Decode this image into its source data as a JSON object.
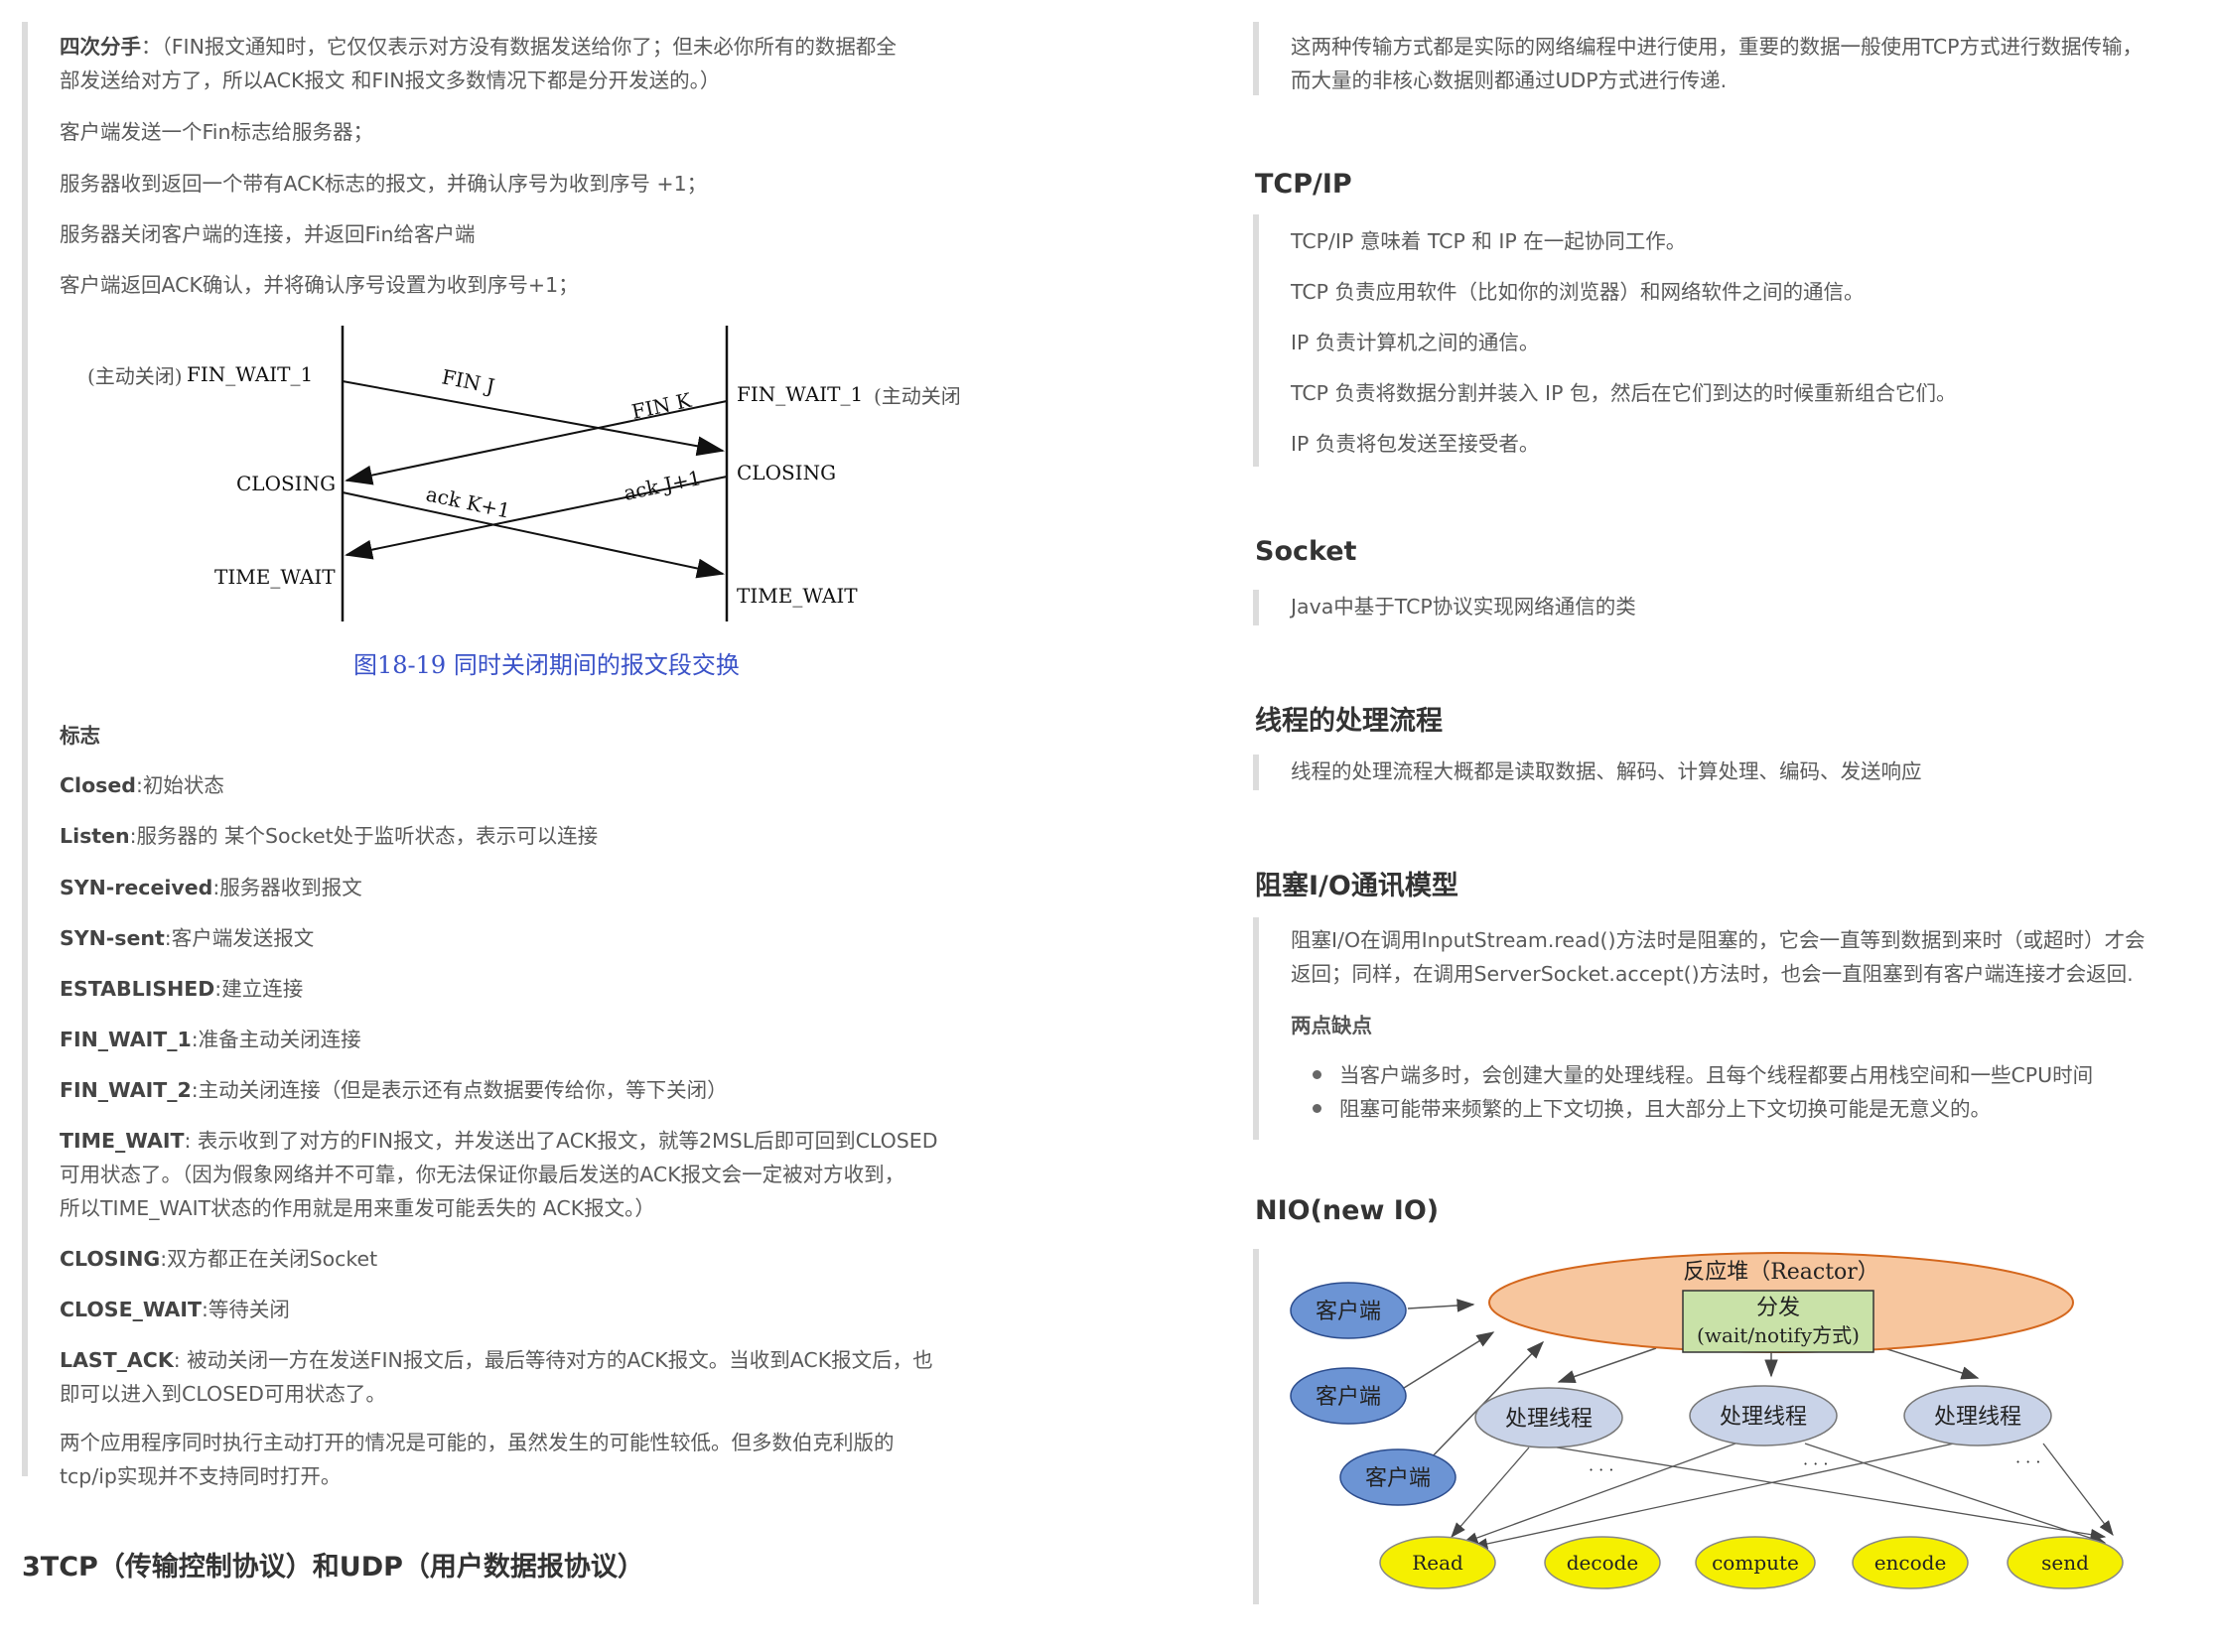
{
  "left": {
    "para1_label": "四次分手",
    "para1_a": "：（FIN报文通知时，它仅仅表示对方没有数据发送给你了；但未必你所有的数据都全",
    "para1_b": "部发送给对方了，所以ACK报文 和FIN报文多数情况下都是分开发送的。）",
    "step1": "客户端发送一个Fin标志给服务器；",
    "step2": "服务器收到返回一个带有ACK标志的报文，并确认序号为收到序号 +1；",
    "step3": "服务器关闭客户端的连接，并返回Fin给客户端",
    "step4": "客户端返回ACK确认，并将确认序号设置为收到序号+1；",
    "figure": {
      "left_tag": "(主动关闭)",
      "left_state1": "FIN_WAIT_1",
      "left_state2": "CLOSING",
      "left_state3": "TIME_WAIT",
      "right_state1": "FIN_WAIT_1",
      "right_tag": "(主动关闭",
      "right_state2": "CLOSING",
      "right_state3": "TIME_WAIT",
      "msg1": "FIN J",
      "msg2": "FIN K",
      "msg3": "ack K+1",
      "msg4": "ack J+1",
      "caption": "图18-19   同时关闭期间的报文段交换"
    },
    "flags_title": "标志",
    "flags": [
      {
        "name": "Closed",
        "desc": ":初始状态"
      },
      {
        "name": "Listen",
        "desc": ":服务器的 某个Socket处于监听状态，表示可以连接"
      },
      {
        "name": "SYN-received",
        "desc": ":服务器收到报文"
      },
      {
        "name": "SYN-sent",
        "desc": ":客户端发送报文"
      },
      {
        "name": "ESTABLISHED",
        "desc": ":建立连接"
      },
      {
        "name": "FIN_WAIT_1",
        "desc": ":准备主动关闭连接"
      },
      {
        "name": "FIN_WAIT_2",
        "desc": ":主动关闭连接（但是表示还有点数据要传给你，等下关闭）"
      }
    ],
    "time_wait_name": "TIME_WAIT",
    "time_wait_1": ": 表示收到了对方的FIN报文，并发送出了ACK报文，就等2MSL后即可回到CLOSED",
    "time_wait_2": "可用状态了。（因为假象网络并不可靠，你无法保证你最后发送的ACK报文会一定被对方收到，",
    "time_wait_3": "所以TIME_WAIT状态的作用就是用来重发可能丢失的 ACK报文。）",
    "closing_name": "CLOSING",
    "closing_desc": ":双方都正在关闭Socket",
    "close_wait_name": "CLOSE_WAIT",
    "close_wait_desc": ":等待关闭",
    "last_ack_name": "LAST_ACK",
    "last_ack_1": ": 被动关闭一方在发送FIN报文后，最后等待对方的ACK报文。当收到ACK报文后，也",
    "last_ack_2": "即可以进入到CLOSED可用状态了。",
    "note_1": "两个应用程序同时执行主动打开的情况是可能的，虽然发生的可能性较低。但多数伯克利版的",
    "note_2": "tcp/ip实现并不支持同时打开。",
    "heading_bottom": "3TCP（传输控制协议）和UDP（用户数据报协议）"
  },
  "right": {
    "intro_1": "这两种传输方式都是实际的网络编程中进行使用，重要的数据一般使用TCP方式进行数据传输，",
    "intro_2": "而大量的非核心数据则都通过UDP方式进行传递.",
    "tcpip_title": "TCP/IP",
    "tcpip_lines": [
      "TCP/IP 意味着 TCP 和 IP 在一起协同工作。",
      "TCP 负责应用软件（比如你的浏览器）和网络软件之间的通信。",
      "IP 负责计算机之间的通信。",
      "TCP 负责将数据分割并装入 IP 包，然后在它们到达的时候重新组合它们。",
      "IP 负责将包发送至接受者。"
    ],
    "socket_title": "Socket",
    "socket_line": "Java中基于TCP协议实现网络通信的类",
    "thread_title": "线程的处理流程",
    "thread_line": "线程的处理流程大概都是读取数据、解码、计算处理、编码、发送响应",
    "bio_title": "阻塞I/O通讯模型",
    "bio_1": "阻塞I/O在调用InputStream.read()方法时是阻塞的，它会一直等到数据到来时（或超时）才会",
    "bio_2": "返回；同样，在调用ServerSocket.accept()方法时，也会一直阻塞到有客户端连接才会返回.",
    "bio_sub": "两点缺点",
    "bio_bullets": [
      "当客户端多时，会创建大量的处理线程。且每个线程都要占用栈空间和一些CPU时间",
      "阻塞可能带来频繁的上下文切换，且大部分上下文切换可能是无意义的。"
    ],
    "nio_title": "NIO(new IO)",
    "nio": {
      "reactor": "反应堆（Reactor）",
      "dispatch_1": "分发",
      "dispatch_2": "(wait/notify方式)",
      "client": "客户端",
      "worker": "处理线程",
      "dots": "· · ·",
      "read": "Read",
      "decode": "decode",
      "compute": "compute",
      "encode": "encode",
      "send": "send"
    },
    "colors": {
      "reactor_fill": "#f7c69e",
      "dispatch_fill": "#c9e2a8",
      "client_fill": "#6c94d4",
      "worker_fill": "#c9d3e8",
      "op_fill": "#f5f000"
    }
  }
}
